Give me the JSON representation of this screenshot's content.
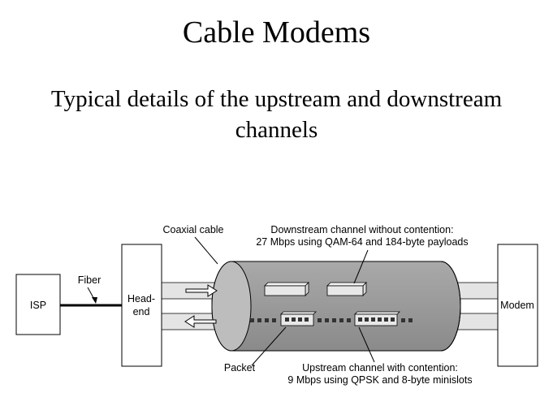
{
  "slide": {
    "title": "Cable Modems",
    "subtitle_line1": "Typical details of the upstream and downstream",
    "subtitle_line2": "channels"
  },
  "diagram": {
    "isp_label": "ISP",
    "fiber_label": "Fiber",
    "headend_label_line1": "Head-",
    "headend_label_line2": "end",
    "modem_label": "Modem",
    "coax_label": "Coaxial cable",
    "downstream_label_line1": "Downstream channel without contention:",
    "downstream_label_line2": "27 Mbps using QAM-64 and 184-byte payloads",
    "packet_label": "Packet",
    "upstream_label_line1": "Upstream channel with contention:",
    "upstream_label_line2": "9 Mbps using QPSK and 8-byte minislots"
  }
}
